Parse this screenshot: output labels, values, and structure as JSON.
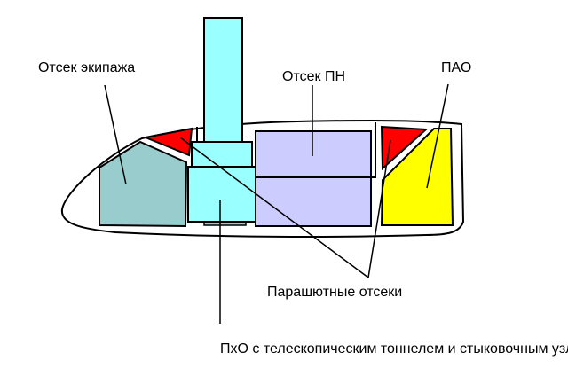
{
  "labels": {
    "crew": "Отсек экипажа",
    "payload": "Отсек ПН",
    "propulsion": "ПАО",
    "parachute": "Парашютные отсеки",
    "transfer": "ПхО с телескопическим тоннелем и стыковочным узлом"
  },
  "colors": {
    "crew": "#99cccc",
    "tunnel": "#99ffff",
    "payload": "#ccccff",
    "parachute": "#ff0000",
    "propulsion": "#ffff00"
  }
}
